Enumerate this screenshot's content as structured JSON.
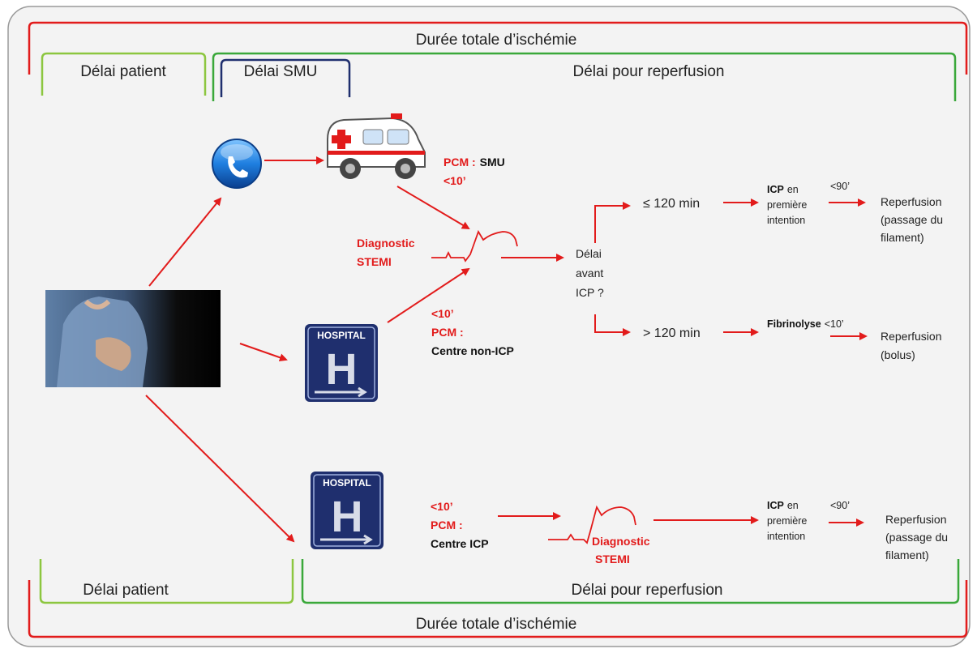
{
  "colors": {
    "red": "#e21b1b",
    "green": "#7ac143",
    "darkgreen": "#3aa83a",
    "navy": "#1f2f6e",
    "background": "#f3f3f3"
  },
  "brackets": {
    "top_total": "Durée totale d’ischémie",
    "top_patient": "Délai patient",
    "top_smu": "Délai SMU",
    "top_reperfusion": "Délai pour reperfusion",
    "bottom_patient": "Délai patient",
    "bottom_reperfusion": "Délai pour reperfusion",
    "bottom_total": "Durée totale d’ischémie"
  },
  "icons": {
    "phone": "phone-icon",
    "ambulance": "ambulance-icon",
    "hospital": "hospital-sign-icon",
    "ecg": "ecg-trace-icon",
    "patient_photo": "patient-chest-pain-photo"
  },
  "hospital_sign_text": "HOSPITAL",
  "hospital_letter": "H",
  "smu_route": {
    "pcm_prefix": "PCM :",
    "pcm_value": "SMU",
    "time": "<10’"
  },
  "diagnostic": {
    "line1": "Diagnostic",
    "line2": "STEMI"
  },
  "non_icp_route": {
    "time": "<10’",
    "pcm": "PCM :",
    "center": "Centre non-ICP"
  },
  "decision": {
    "line1": "Délai",
    "line2": "avant",
    "line3": "ICP ?"
  },
  "branch_upper": {
    "delay": "≤ 120 min",
    "icp_bold": "ICP",
    "icp_rest": "en",
    "icp_line2": "première",
    "icp_line3": "intention",
    "time": "<90’",
    "result_line1": "Reperfusion",
    "result_line2": "(passage du",
    "result_line3": "filament)"
  },
  "branch_lower": {
    "delay": "> 120 min",
    "fibrinolyse": "Fibrinolyse",
    "time": "<10’",
    "result_line1": "Reperfusion",
    "result_line2": "(bolus)"
  },
  "icp_route": {
    "time": "<10’",
    "pcm": "PCM :",
    "center": "Centre ICP",
    "diag_line1": "Diagnostic",
    "diag_line2": "STEMI",
    "icp_bold": "ICP",
    "icp_rest": "en",
    "icp_line2": "première",
    "icp_line3": "intention",
    "time2": "<90’",
    "result_line1": "Reperfusion",
    "result_line2": "(passage du",
    "result_line3": "filament)"
  }
}
